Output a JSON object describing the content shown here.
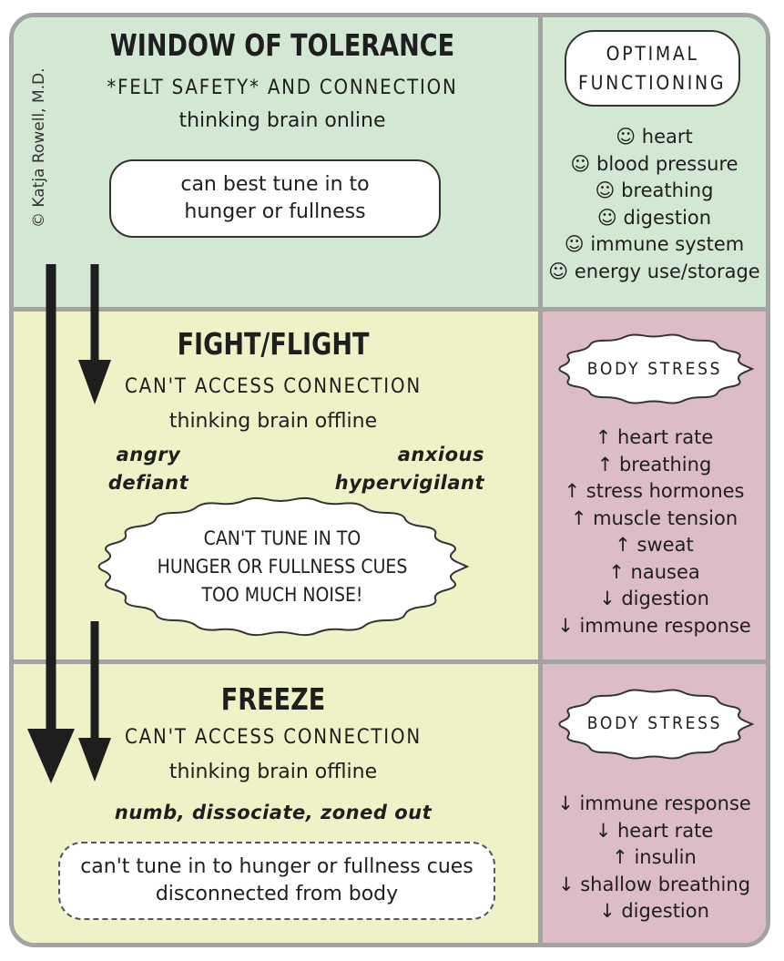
{
  "credit": "© Katja Rowell, M.D.",
  "window": {
    "title": "WINDOW OF TOLERANCE",
    "subtitle": "*FELT SAFETY* AND CONNECTION",
    "brain": "thinking brain online",
    "box_line1": "can best tune in to",
    "box_line2": "hunger or fullness",
    "side_label_line1": "OPTIMAL",
    "side_label_line2": "FUNCTIONING",
    "side_items": [
      "☺ heart",
      "☺ blood pressure",
      "☺ breathing",
      "☺ digestion",
      "☺ immune system",
      "☺ energy use/storage"
    ]
  },
  "fight": {
    "title": "FIGHT/FLIGHT",
    "subtitle": "CAN'T ACCESS CONNECTION",
    "brain": "thinking brain offline",
    "left_line1": "angry",
    "left_line2": "defiant",
    "right_line1": "anxious",
    "right_line2": "hypervigilant",
    "burst_line1": "CAN'T TUNE IN TO",
    "burst_line2": "HUNGER OR FULLNESS CUES",
    "burst_line3": "TOO MUCH NOISE!",
    "side_label": "BODY STRESS",
    "side_items": [
      "↑ heart rate",
      "↑ breathing",
      "↑ stress hormones",
      "↑ muscle tension",
      "↑ sweat",
      "↑ nausea",
      "↓ digestion",
      "↓ immune response"
    ]
  },
  "freeze": {
    "title": "FREEZE",
    "subtitle": "CAN'T ACCESS CONNECTION",
    "brain": "thinking brain offline",
    "states": "numb, dissociate, zoned out",
    "box_line1": "can't tune in to hunger or fullness cues",
    "box_line2": "disconnected from body",
    "side_label": "BODY STRESS",
    "side_items": [
      "↓ immune response",
      "↓ heart rate",
      "↑ insulin",
      "↓ shallow breathing",
      "↓ digestion"
    ]
  },
  "colors": {
    "green": "#d3e8d3",
    "yellow": "#eef2c6",
    "pink": "#dcbdc6",
    "border": "#a3a3a3",
    "ink": "#1e1e1e"
  }
}
